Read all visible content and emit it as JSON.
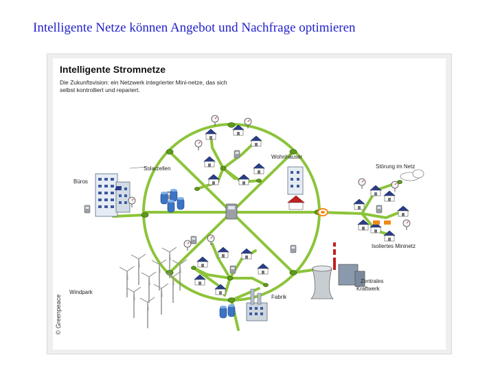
{
  "slide": {
    "title": "Intelligente Netze können  Angebot und Nachfrage optimieren"
  },
  "figure": {
    "title": "Intelligente Stromnetze",
    "subtitle": "Die Zukunftsvision: ein Netzwerk integrierter Mini-netze, das sich selbst kontrolliert und repariert.",
    "credit": "© Greenpeace",
    "labels": {
      "buros": "Büros",
      "solarzellen": "Solarzellen",
      "wohnhauser": "Wohnhäuser",
      "storung": "Störung im Netz",
      "isoliert": "Isoliertes Mininetz",
      "windpark": "Windpark",
      "fabrik": "Fabrik",
      "kraftwerk_1": "Zentrales",
      "kraftwerk_2": "Kraftwerk"
    }
  },
  "colors": {
    "title_blue": "#2222cc",
    "grid_green": "#8cc43a",
    "node_green": "#5f9a1e",
    "panel_blue": "#2a3e8a",
    "fault_orange": "#f08a18",
    "house_red": "#c02020"
  }
}
